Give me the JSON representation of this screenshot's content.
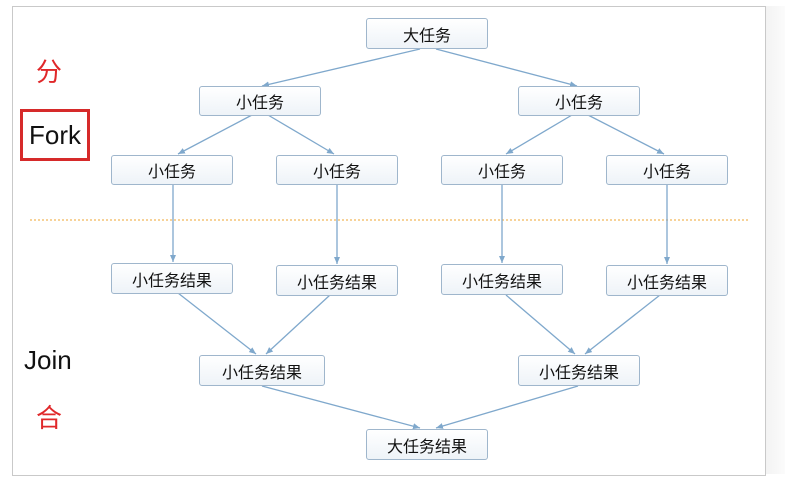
{
  "labels": {
    "fork_cn": "分",
    "fork": "Fork",
    "join": "Join",
    "join_cn": "合"
  },
  "nodes": {
    "root": "大任务",
    "l1_left": "小任务",
    "l1_right": "小任务",
    "l2_1": "小任务",
    "l2_2": "小任务",
    "l2_3": "小任务",
    "l2_4": "小任务",
    "r1": "小任务结果",
    "r2": "小任务结果",
    "r3": "小任务结果",
    "r4": "小任务结果",
    "m_left": "小任务结果",
    "m_right": "小任务结果",
    "final": "大任务结果"
  },
  "colors": {
    "arrow": "#7fa8cc",
    "divider": "#f2b65a",
    "fork_box": "#d62a2a",
    "red_text": "#e0282a"
  }
}
